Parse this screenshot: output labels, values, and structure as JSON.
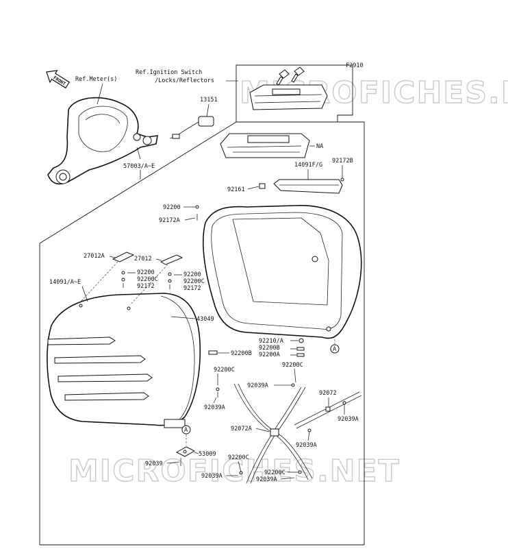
{
  "diagram": {
    "code": "F2910",
    "front_label": "FRONT",
    "watermark": "MICROFICHES.NET",
    "references": {
      "meter": "Ref.Meter(s)",
      "ignition_line1": "Ref.Ignition Switch",
      "ignition_line2": "/Locks/Reflectors"
    },
    "callouts": [
      "13151",
      "57003/A~E",
      "NA",
      "14091F/G",
      "92172B",
      "92161",
      "92200",
      "92172A",
      "27012A",
      "27012",
      "92200",
      "92200C",
      "92172",
      "92200",
      "92200C",
      "92172",
      "14091/A~E",
      "43049",
      "92210/A",
      "92200B",
      "92200A",
      "92200B",
      "92200C",
      "92200C",
      "92039A",
      "92039A",
      "92072",
      "92039A",
      "92072A",
      "92039A",
      "53009",
      "92039",
      "92200C",
      "92039A",
      "92200C",
      "92039A",
      "A",
      "A"
    ]
  }
}
